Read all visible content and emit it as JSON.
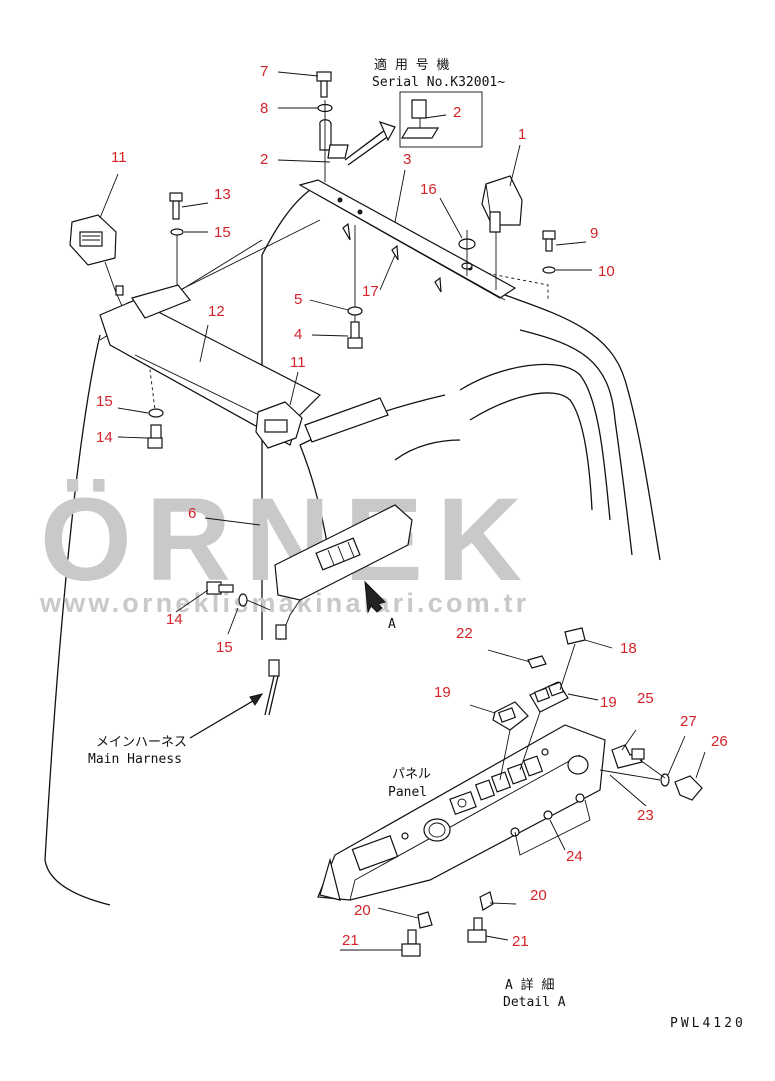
{
  "header": {
    "serial_jp": "適 用 号 機",
    "serial_en": "Serial No.K32001~"
  },
  "callouts": {
    "c1": "1",
    "c2a": "2",
    "c2b": "2",
    "c3": "3",
    "c4": "4",
    "c5": "5",
    "c6": "6",
    "c7": "7",
    "c8": "8",
    "c9": "9",
    "c10": "10",
    "c11a": "11",
    "c11b": "11",
    "c12": "12",
    "c13": "13",
    "c14a": "14",
    "c14b": "14",
    "c15a": "15",
    "c15b": "15",
    "c15c": "15",
    "c16": "16",
    "c17": "17",
    "c18": "18",
    "c19a": "19",
    "c19b": "19",
    "c20a": "20",
    "c20b": "20",
    "c21a": "21",
    "c21b": "21",
    "c22": "22",
    "c23": "23",
    "c24": "24",
    "c25": "25",
    "c26": "26",
    "c27": "27"
  },
  "labels": {
    "view_a": "A",
    "main_harness_jp": "メインハーネス",
    "main_harness_en": "Main Harness",
    "panel_jp": "パネル",
    "panel_en": "Panel",
    "detail_jp": "A 詳 細",
    "detail_en": "Detail A",
    "drawing_code": "PWL4120"
  },
  "watermark": {
    "brand": "ÖRNEK",
    "url": "www.orneklismakinalari.com.tr",
    "color": "#c9c9cb",
    "accent": "#f0c419"
  }
}
